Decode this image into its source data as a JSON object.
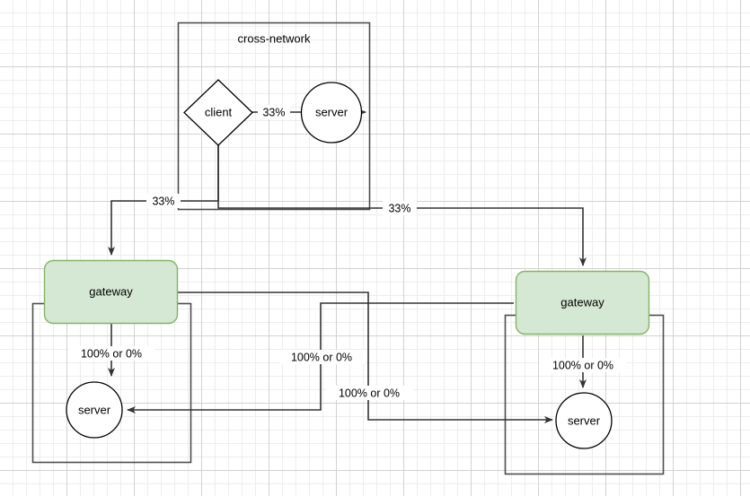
{
  "diagram": {
    "title": "cross-network",
    "groups": [
      {
        "id": "cross-network",
        "label": "cross-network"
      },
      {
        "id": "left-network",
        "label": ""
      },
      {
        "id": "right-network",
        "label": ""
      }
    ],
    "nodes": [
      {
        "id": "client",
        "label": "client",
        "shape": "diamond"
      },
      {
        "id": "server-top",
        "label": "server",
        "shape": "circle"
      },
      {
        "id": "gateway-left",
        "label": "gateway",
        "shape": "rounded-rect",
        "fill": "#d5e8d4",
        "stroke": "#82b366"
      },
      {
        "id": "gateway-right",
        "label": "gateway",
        "shape": "rounded-rect",
        "fill": "#d5e8d4",
        "stroke": "#82b366"
      },
      {
        "id": "server-left",
        "label": "server",
        "shape": "circle"
      },
      {
        "id": "server-right",
        "label": "server",
        "shape": "circle"
      }
    ],
    "edges": [
      {
        "id": "client-to-server-top",
        "from": "client",
        "to": "server-top",
        "label": "33%"
      },
      {
        "id": "client-to-gateway-left",
        "from": "client",
        "to": "gateway-left",
        "label": "33%"
      },
      {
        "id": "client-to-gateway-right",
        "from": "client",
        "to": "gateway-right",
        "label": "33%"
      },
      {
        "id": "gateway-left-to-server-left",
        "from": "gateway-left",
        "to": "server-left",
        "label": "100% or 0%"
      },
      {
        "id": "gateway-left-to-server-right",
        "from": "gateway-left",
        "to": "server-right",
        "label": "100% or 0%"
      },
      {
        "id": "gateway-right-to-server-right",
        "from": "gateway-right",
        "to": "server-right",
        "label": "100% or 0%"
      },
      {
        "id": "gateway-right-to-server-left",
        "from": "gateway-right",
        "to": "server-left",
        "label": "100% or 0%"
      }
    ],
    "colors": {
      "gateway_fill": "#d5e8d4",
      "gateway_stroke": "#82b366",
      "edge_stroke": "#333333",
      "shape_stroke": "#000000",
      "group_stroke": "#4d4d4d",
      "canvas_bg": "#ffffff",
      "grid_minor": "#ededed",
      "grid_major": "#d2d2d2"
    }
  }
}
